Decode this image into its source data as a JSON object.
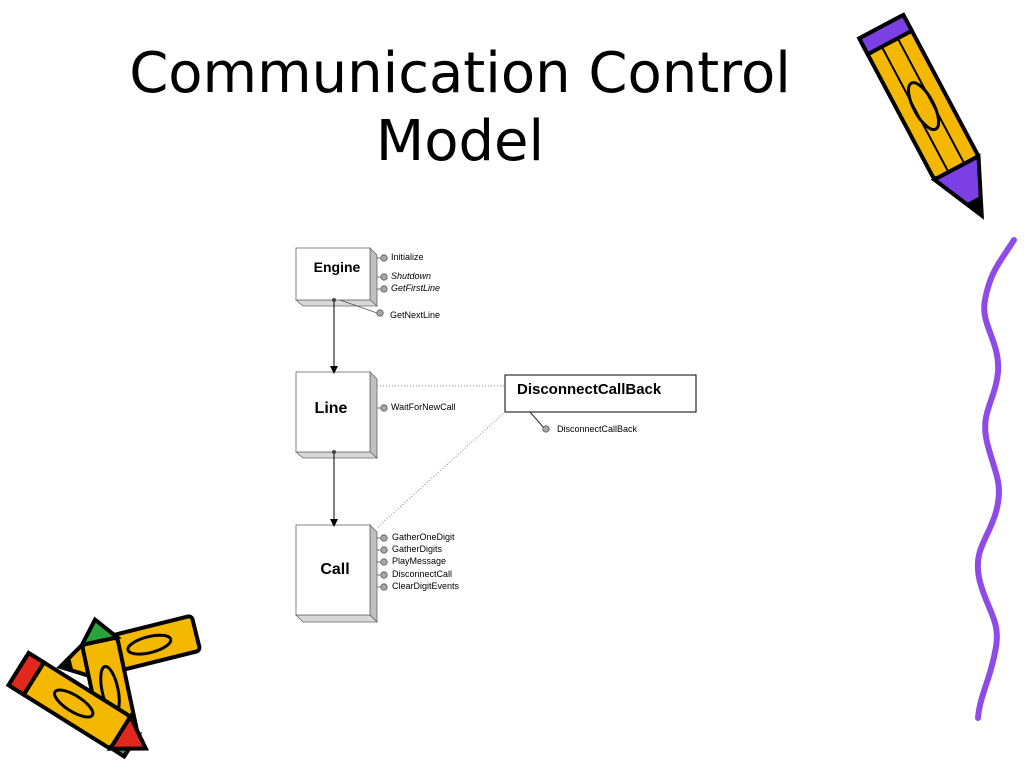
{
  "title": {
    "line1": "Communication Control",
    "line2": "Model"
  },
  "diagram": {
    "engine": {
      "label": "Engine",
      "methods": [
        "Initialize",
        "Shutdown",
        "GetFirstLine",
        "GetNextLine"
      ]
    },
    "line": {
      "label": "Line",
      "methods": [
        "WaitForNewCall"
      ]
    },
    "call": {
      "label": "Call",
      "methods": [
        "GatherOneDigit",
        "GatherDigits",
        "PlayMessage",
        "DisconnectCall",
        "ClearDigitEvents"
      ]
    },
    "disconnect_callback": {
      "label": "DisconnectCallBack",
      "methods": [
        "DisconnectCallBack"
      ]
    }
  },
  "colors": {
    "pencil_yellow": "#F5B800",
    "pencil_purple": "#7B3FE4",
    "squiggle": "#8F4BE8",
    "pencil_red": "#E0281E",
    "pencil_green": "#2AA33A",
    "connector_gray": "#A8A8A8"
  },
  "decorations": [
    "pencil-top-right",
    "pencils-bottom-left",
    "squiggle-right"
  ]
}
